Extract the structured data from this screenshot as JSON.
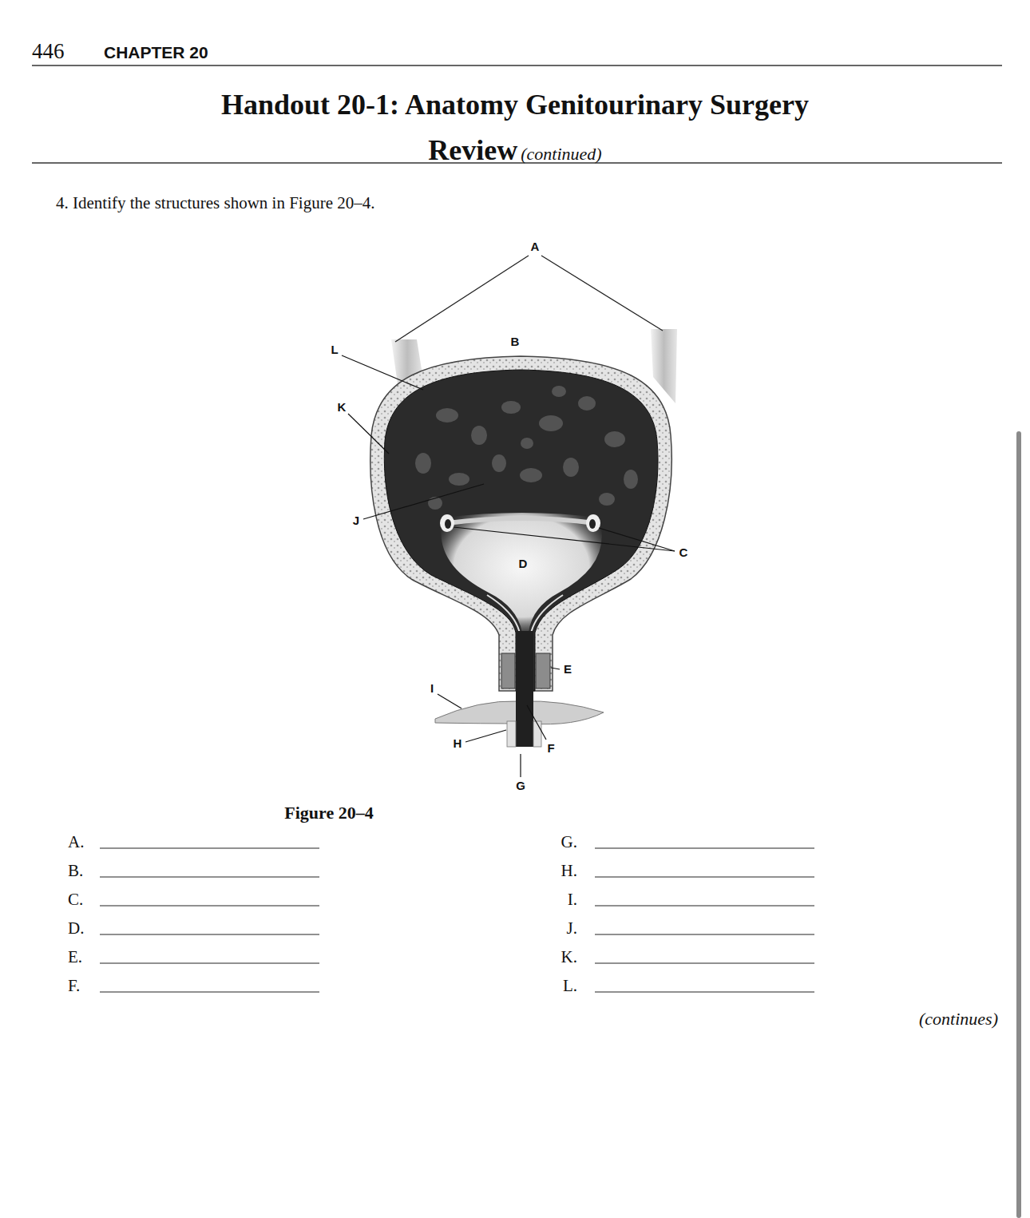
{
  "diagram": {
    "title": "Handout 20-1: Anatomy Genitourinary Surgery Review",
    "caption": "Figure 20–4",
    "labels": [
      "446",
      "CHAPTER 20",
      "(continued)",
      "4. Identify the structures shown in Figure 20–4.",
      "A",
      "B",
      "C",
      "D",
      "E",
      "F",
      "G",
      "H",
      "I",
      "J",
      "K",
      "L",
      "A.",
      "B.",
      "C.",
      "D.",
      "E.",
      "F.",
      "G.",
      "H.",
      "I.",
      "J.",
      "K.",
      "L.",
      "(continues)"
    ]
  }
}
